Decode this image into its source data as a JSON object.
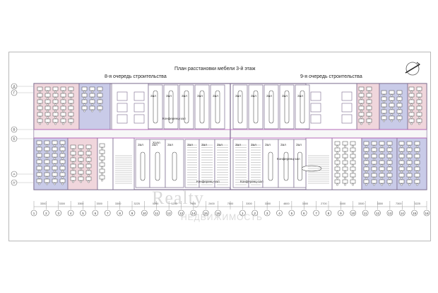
{
  "plan": {
    "title": "План расстановки мебели 3-й этаж",
    "left_label": "8-я очередь строительства",
    "right_label": "9-я очередь строительства"
  },
  "rooms": {
    "zal": "Зал",
    "conf_hall": "Конференц-зал",
    "khol": "Холл"
  },
  "axes": {
    "columns": [
      "1",
      "2",
      "3",
      "4",
      "5",
      "6",
      "7",
      "8",
      "9",
      "10",
      "11",
      "12",
      "13",
      "14",
      "15",
      "16",
      "",
      "1",
      "2",
      "3",
      "4",
      "5",
      "6",
      "7",
      "8",
      "9",
      "10",
      "11",
      "12",
      "13",
      "14",
      "15",
      "16"
    ],
    "rows_left": [
      "Д",
      "Г",
      "В",
      "Б",
      "А",
      "А'"
    ],
    "dims": [
      "3300",
      "3300",
      "3300",
      "3300",
      "3300",
      "3225",
      "1200",
      "1200",
      "7425",
      "2400",
      "7500",
      "3300",
      "3300",
      "4800",
      "3300",
      "2700",
      "3000",
      "3300",
      "3300",
      "7300",
      "3225"
    ]
  },
  "watermark": {
    "line1": "Realty",
    "line2": "НЕДВИЖИМОСТЬ"
  },
  "colors": {
    "pink": "#f0d6dc",
    "blue": "#c9cbe8",
    "wall": "#7b6b8e",
    "magenta": "#c060c0",
    "corridor": "#f7f7f7"
  }
}
